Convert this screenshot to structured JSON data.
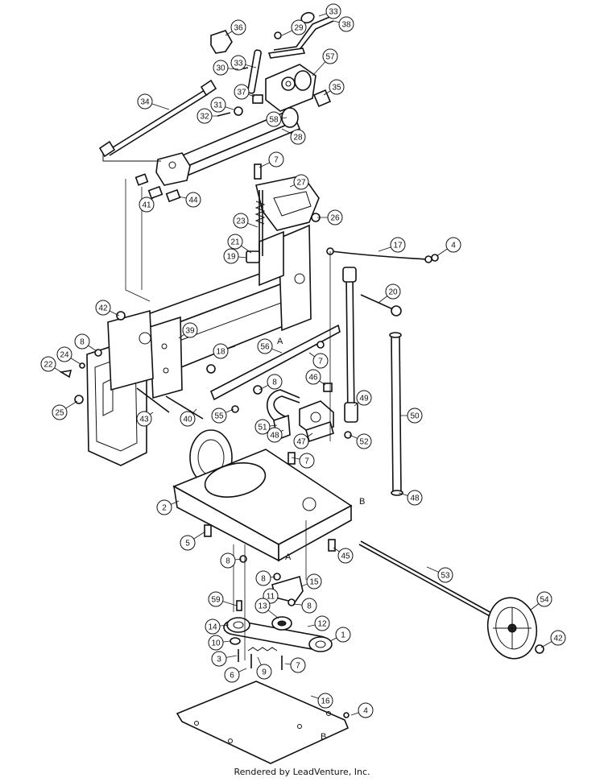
{
  "footer": {
    "text": "Rendered by LeadVenture, Inc."
  },
  "ref_letters": [
    "A",
    "A",
    "B",
    "B"
  ],
  "callouts": [
    "33",
    "29",
    "38",
    "36",
    "57",
    "33",
    "30",
    "35",
    "37",
    "31",
    "34",
    "32",
    "58",
    "28",
    "7",
    "27",
    "44",
    "41",
    "26",
    "23",
    "17",
    "4",
    "21",
    "19",
    "20",
    "42",
    "39",
    "8",
    "18",
    "56",
    "A",
    "24",
    "7",
    "22",
    "46",
    "8",
    "25",
    "43",
    "40",
    "55",
    "49",
    "51",
    "48",
    "50",
    "52",
    "47",
    "7",
    "2",
    "B",
    "48",
    "5",
    "45",
    "A",
    "8",
    "53",
    "8",
    "15",
    "11",
    "59",
    "13",
    "8",
    "54",
    "14",
    "12",
    "1",
    "42",
    "10",
    "3",
    "7",
    "6",
    "9",
    "16",
    "4",
    "B"
  ]
}
